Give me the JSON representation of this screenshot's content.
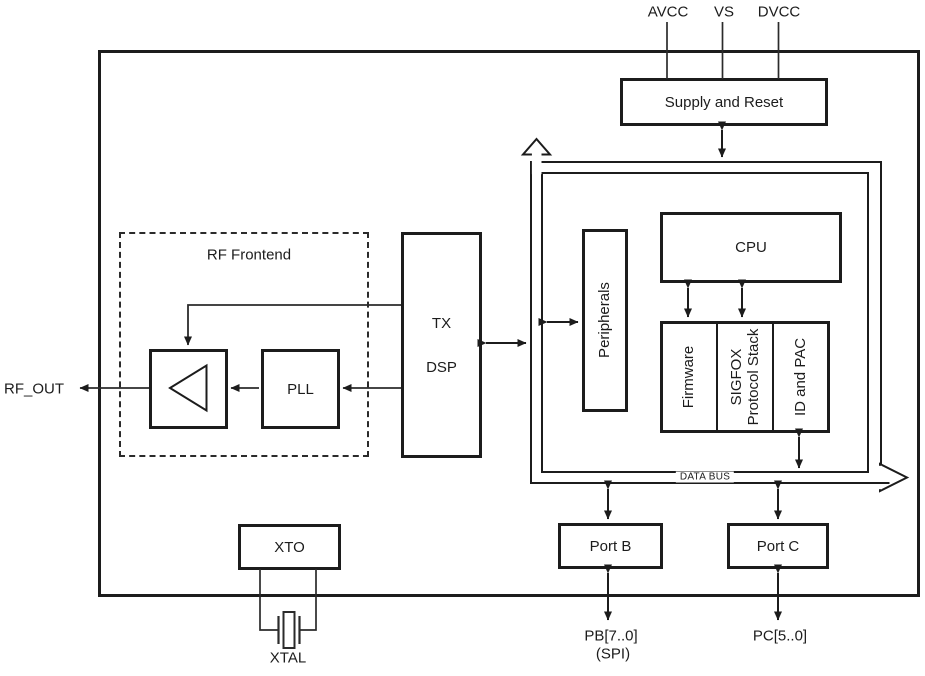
{
  "diagram": {
    "title_hint": "SIGFOX transmitter SoC block diagram",
    "pins_top": {
      "avcc": "AVCC",
      "vs": "VS",
      "dvcc": "DVCC"
    },
    "blocks": {
      "supply": "Supply and Reset",
      "cpu": "CPU",
      "peripherals": "Peripherals",
      "firmware": "Firmware",
      "sigfox_line1": "SIGFOX",
      "sigfox_line2": "Protocol Stack",
      "id_pac": "ID and PAC",
      "tx_line1": "TX",
      "tx_line2": "DSP",
      "pll": "PLL",
      "rf_frontend": "RF Frontend",
      "xto": "XTO",
      "port_b": "Port B",
      "port_c": "Port C"
    },
    "labels": {
      "rf_out": "RF_OUT",
      "xtal": "XTAL",
      "data_bus": "DATA BUS",
      "pb": "PB[7..0]",
      "pb_spi": "(SPI)",
      "pc": "PC[5..0]"
    },
    "colors": {
      "line": "#1c1c1c",
      "background": "#ffffff"
    }
  }
}
